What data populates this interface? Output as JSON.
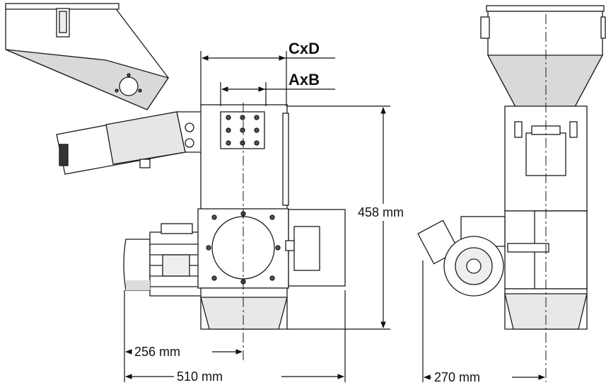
{
  "labels": {
    "cxd": "CxD",
    "axb": "AxB",
    "height": "458 mm",
    "half_width": "256 mm",
    "total_width": "510 mm",
    "depth": "270 mm"
  },
  "colors": {
    "line": "#1a1a1a",
    "metal": "#ffffff",
    "shade": "#d9d9d9",
    "dark": "#555555"
  }
}
